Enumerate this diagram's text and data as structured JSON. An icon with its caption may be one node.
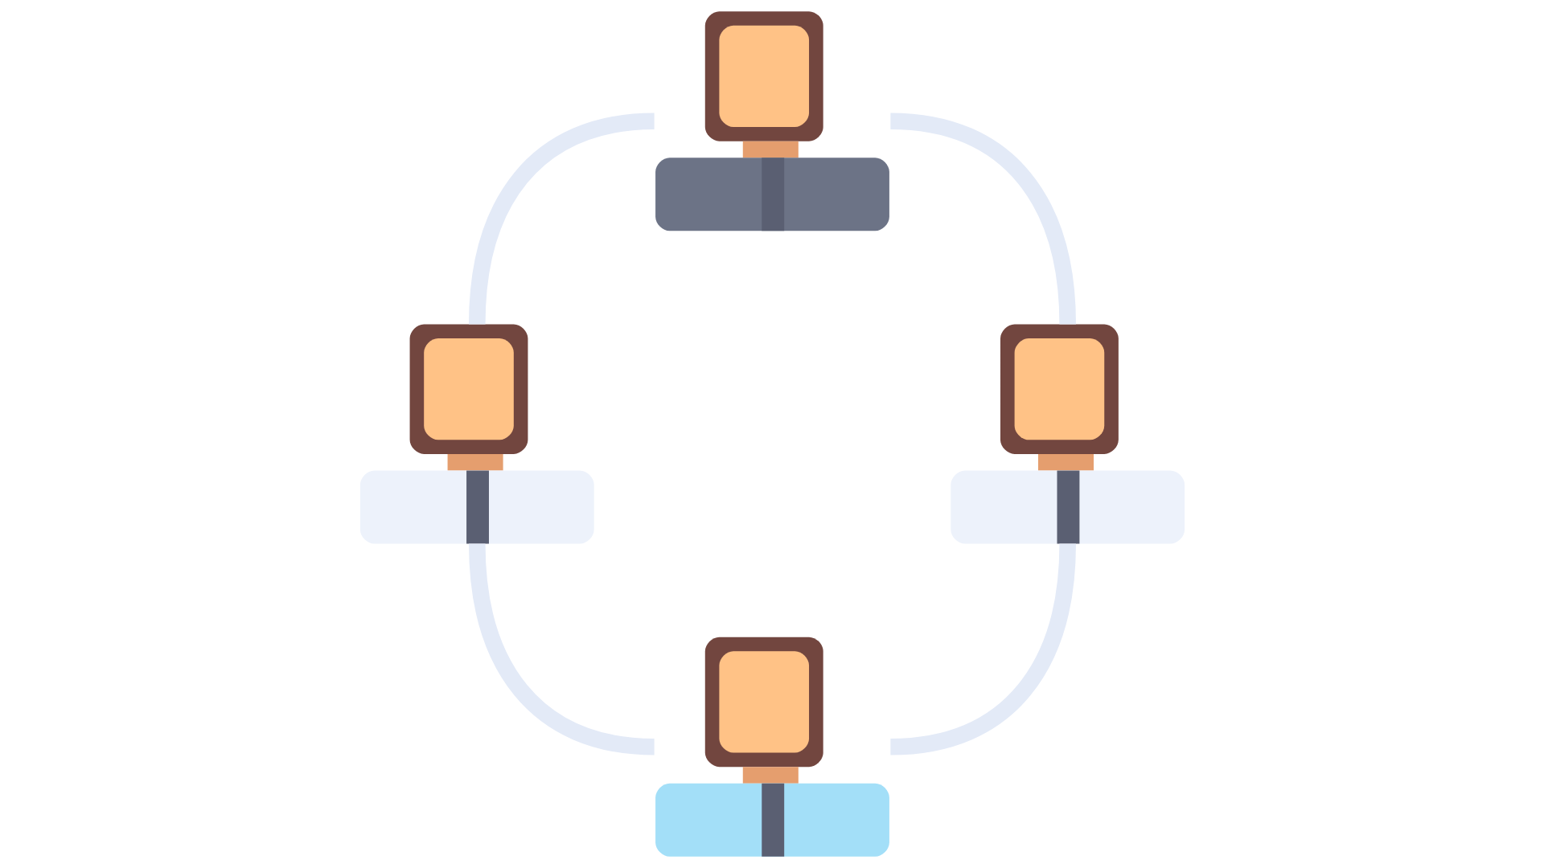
{
  "diagram": {
    "nodes": [
      {
        "text": [],
        "shape": "person"
      },
      {
        "text": [],
        "shape": "person"
      },
      {
        "text": [],
        "shape": "person"
      },
      {
        "text": [],
        "shape": "person"
      }
    ],
    "edges": [
      {
        "from": 0,
        "to": 2,
        "arrow": "none"
      },
      {
        "from": 2,
        "to": 3,
        "arrow": "none"
      },
      {
        "from": 3,
        "to": 1,
        "arrow": "none"
      },
      {
        "from": 1,
        "to": 0,
        "arrow": "none"
      }
    ]
  }
}
